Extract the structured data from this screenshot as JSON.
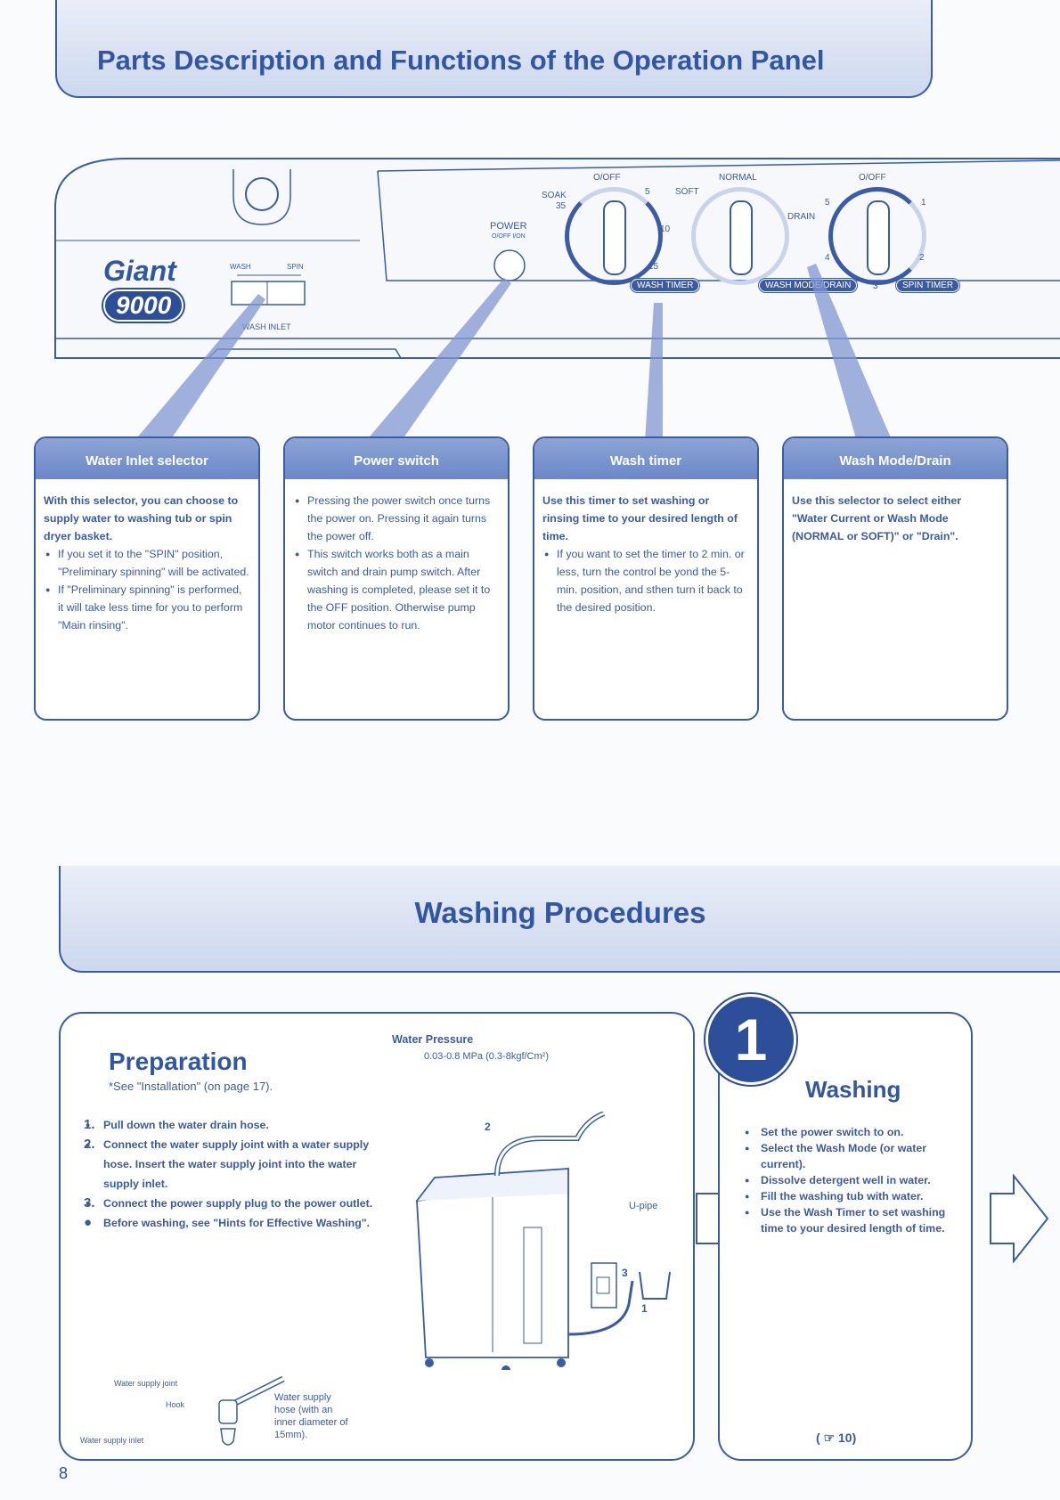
{
  "header": {
    "title": "Parts Description and Functions of the Operation Panel"
  },
  "panel": {
    "brand": "Giant",
    "model": "9000",
    "wash_label": "WASH",
    "spin_label": "SPIN",
    "inlet_label": "WASH INLET",
    "power_label": "POWER",
    "power_sub": "O/OFF I/ON",
    "wash_timer": {
      "off": "O/OFF",
      "soak": "SOAK",
      "n35": "35",
      "n5": "5",
      "n10": "10",
      "n15": "15",
      "tag": "WASH TIMER"
    },
    "wash_mode": {
      "normal": "NORMAL",
      "soft": "SOFT",
      "drain": "DRAIN",
      "tag": "WASH MODE/DRAIN"
    },
    "spin_timer": {
      "off": "O/OFF",
      "n5": "5",
      "n1": "1",
      "n4": "4",
      "n3": "3",
      "n2": "2",
      "tag": "SPIN TIMER"
    }
  },
  "cards": {
    "inlet": {
      "title": "Water Inlet selector",
      "lead": "With this selector, you can choose to supply water to washing tub or spin dryer basket.",
      "items": [
        "If you set it to the \"SPIN\" position, \"Preliminary spinning\" will be activated.",
        "If \"Preliminary spinning\" is performed, it will take less time for you to perform \"Main rinsing\"."
      ]
    },
    "power": {
      "title": "Power switch",
      "items": [
        "Pressing the power switch once turns the power on. Pressing it again turns the power off.",
        "This switch works both as a main switch and drain pump switch. After washing is completed, please set it to the OFF position. Otherwise pump motor continues to run."
      ]
    },
    "timer": {
      "title": "Wash timer",
      "lead": "Use this timer to set washing or rinsing time to your desired length of time.",
      "items": [
        "If you want to set the timer to 2 min. or less, turn the control be yond the 5-min. position, and sthen turn it back to the desired position."
      ]
    },
    "mode": {
      "title": "Wash Mode/Drain",
      "lead": "Use this selector to select either \"Water Current or Wash Mode (NORMAL or SOFT)\" or \"Drain\"."
    }
  },
  "procedures": {
    "title": "Washing Procedures"
  },
  "preparation": {
    "title": "Preparation",
    "subtitle": "*See \"Installation\" (on page 17).",
    "steps": [
      {
        "num": "1.",
        "text": "Pull down the water drain hose."
      },
      {
        "num": "2.",
        "text": "Connect the water supply joint with a water supply hose. Insert the water supply joint into the water supply inlet."
      },
      {
        "num": "3.",
        "text": "Connect the power supply plug to the power outlet."
      }
    ],
    "note": "Before washing, see \"Hints for Effective Washing\".",
    "pressure_label": "Water Pressure",
    "pressure_value": "0.03-0.8 MPa (0.3-8kgf/Cm²)",
    "upipe": "U-pipe",
    "callout2": "2",
    "callout3": "3",
    "callout1": "1",
    "joint": "Water supply joint",
    "hook": "Hook",
    "inlet": "Water supply inlet",
    "hose": "Water supply hose (with an inner diameter of 15mm)."
  },
  "washing": {
    "step": "1",
    "title": "Washing",
    "items": [
      "Set the power switch to on.",
      "Select the Wash Mode (or water current).",
      "Dissolve detergent well in water.",
      "Fill the washing tub with water.",
      "Use the Wash Timer to set washing time to your desired length of time."
    ],
    "ref": "10"
  },
  "page_number": "8"
}
